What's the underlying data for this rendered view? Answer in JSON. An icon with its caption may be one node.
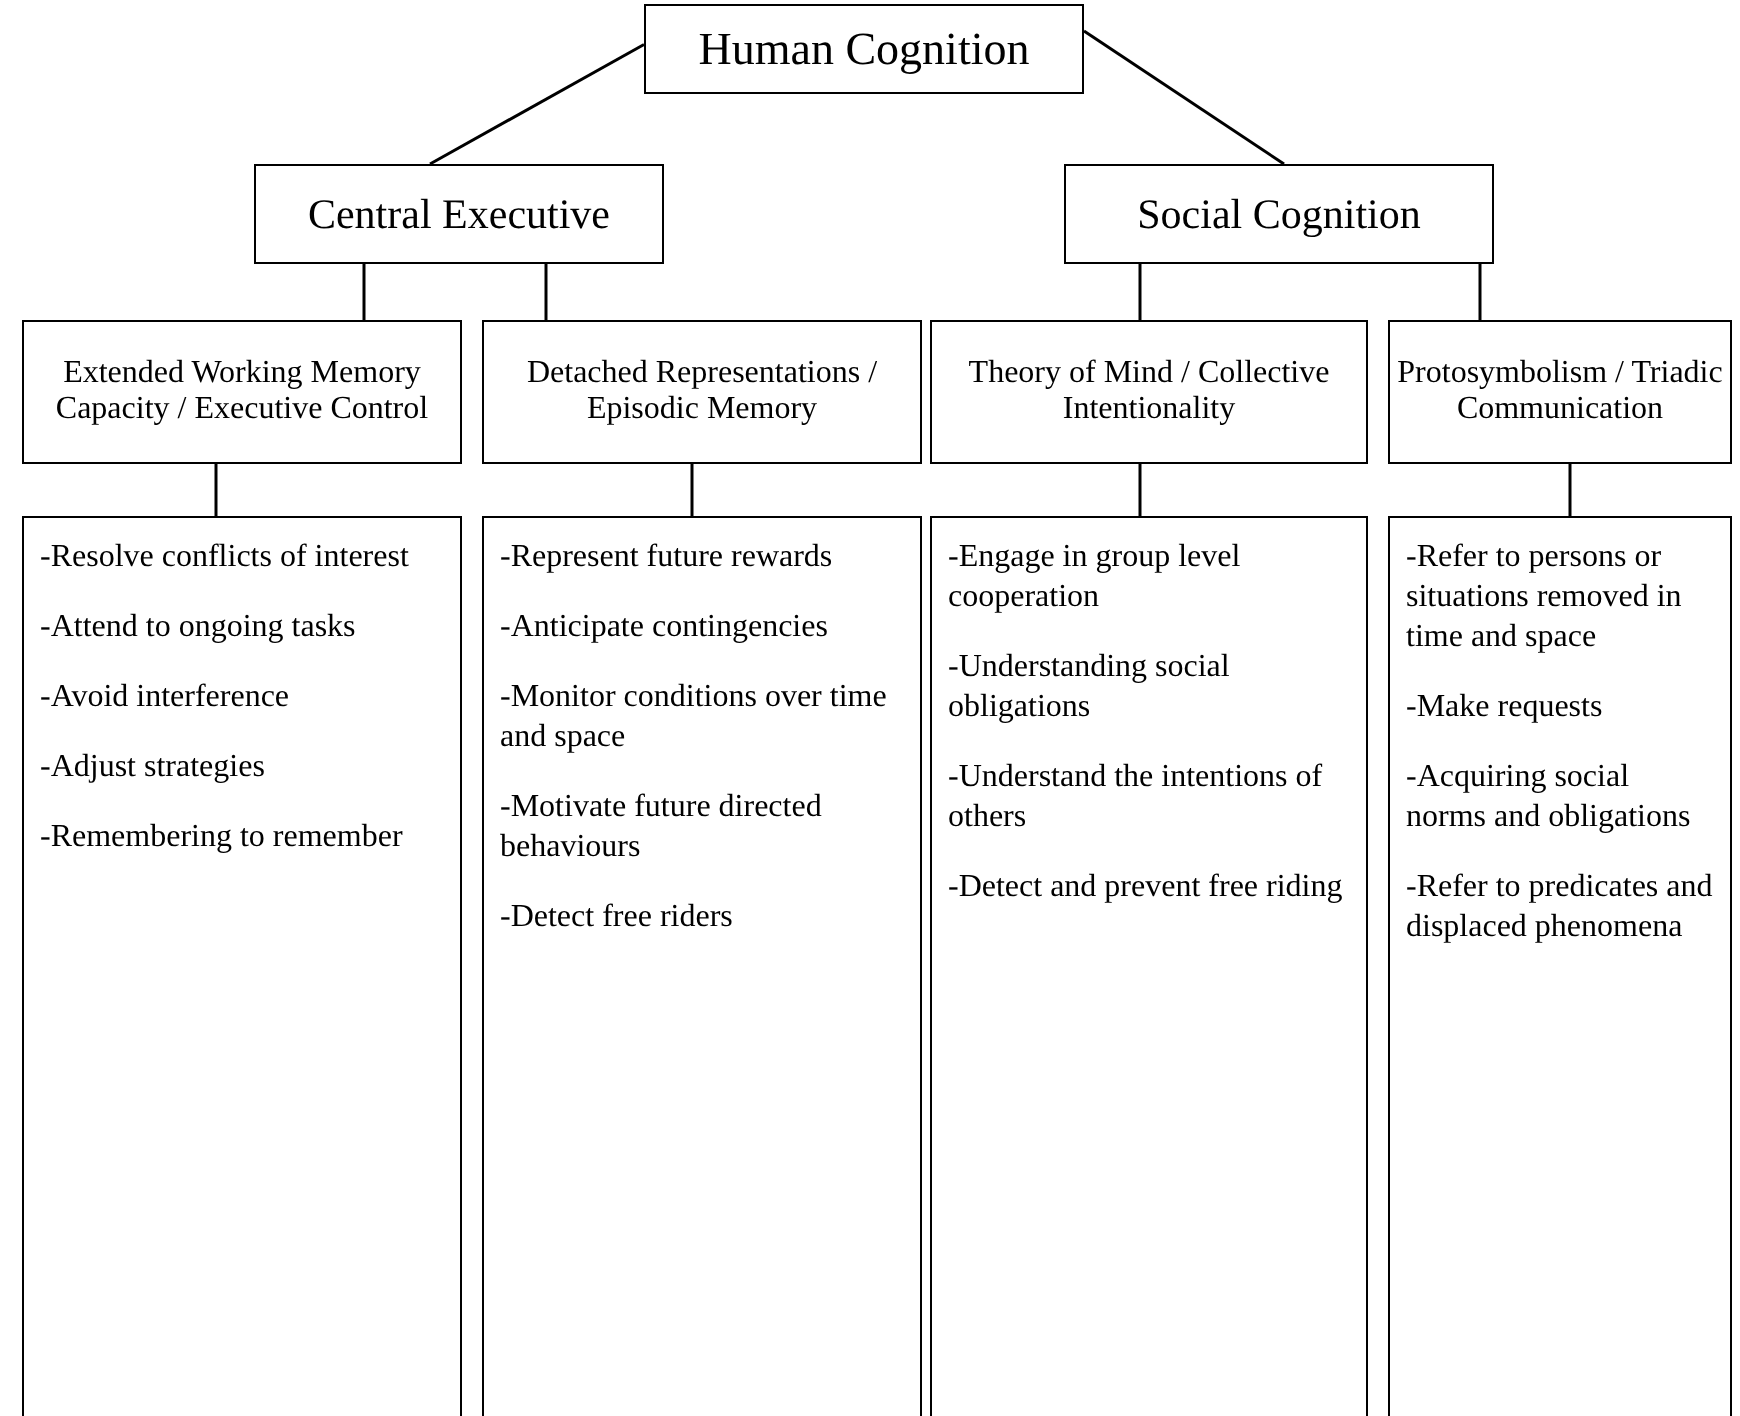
{
  "diagram": {
    "nodes": [
      {
        "text": [
          "Human Cognition"
        ]
      },
      {
        "text": [
          "Central Executive"
        ]
      },
      {
        "text": [
          "Social Cognition"
        ]
      },
      {
        "text": [
          "Extended Working Memory Capacity / Executive Control"
        ]
      },
      {
        "text": [
          "Detached Representations / Episodic Memory"
        ]
      },
      {
        "text": [
          "Theory of Mind / Collective Intentionality"
        ]
      },
      {
        "text": [
          "Protosymbolism / Triadic Communication"
        ]
      },
      {
        "text": [
          "-Resolve conflicts of interest",
          "-Attend to ongoing tasks",
          "-Avoid interference",
          "-Adjust strategies",
          "-Remembering to remember"
        ]
      },
      {
        "text": [
          "-Represent future rewards",
          "-Anticipate contingencies",
          "-Monitor conditions over time and space",
          "-Motivate future directed behaviours",
          "-Detect free riders"
        ]
      },
      {
        "text": [
          "-Engage in group level cooperation",
          "-Understanding social obligations",
          "-Understand the intentions of others",
          "-Detect and prevent free riding"
        ]
      },
      {
        "text": [
          "-Refer to persons or situations removed in time and space",
          "-Make requests",
          "-Acquiring social norms and obligations",
          "-Refer to predicates and displaced phenomena"
        ]
      }
    ],
    "edges": [
      {
        "from": 0,
        "to": 1,
        "arrow": "none"
      },
      {
        "from": 0,
        "to": 2,
        "arrow": "none"
      },
      {
        "from": 1,
        "to": 3,
        "arrow": "none"
      },
      {
        "from": 1,
        "to": 4,
        "arrow": "none"
      },
      {
        "from": 2,
        "to": 5,
        "arrow": "none"
      },
      {
        "from": 2,
        "to": 6,
        "arrow": "none"
      },
      {
        "from": 3,
        "to": 7,
        "arrow": "none"
      },
      {
        "from": 4,
        "to": 8,
        "arrow": "none"
      },
      {
        "from": 5,
        "to": 9,
        "arrow": "none"
      },
      {
        "from": 6,
        "to": 10,
        "arrow": "none"
      }
    ]
  }
}
